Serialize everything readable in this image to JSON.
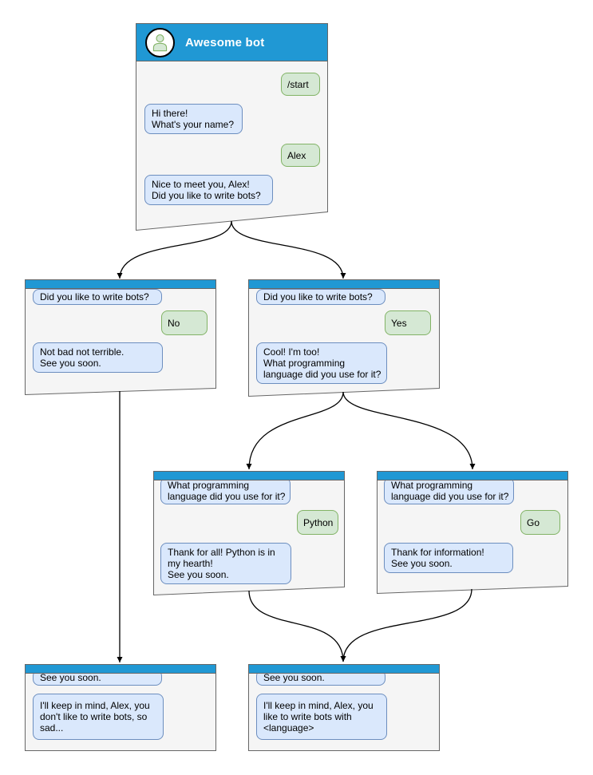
{
  "diagram_type": "chatbot-conversation-flow",
  "colors": {
    "header_blue": "#2098d4",
    "bot_bubble_fill": "#dae8fc",
    "bot_bubble_border": "#6c8ebf",
    "user_bubble_fill": "#d5e8d4",
    "user_bubble_border": "#82b366",
    "window_fill": "#f5f5f5",
    "window_border": "#666666",
    "arrow_color": "#000000"
  },
  "windows": [
    {
      "id": "main",
      "title": "Awesome bot",
      "messages": [
        {
          "from": "user",
          "text": "/start"
        },
        {
          "from": "bot",
          "text": "Hi there!\nWhat's your name?"
        },
        {
          "from": "user",
          "text": "Alex"
        },
        {
          "from": "bot",
          "text": "Nice to meet you, Alex!\nDid you like to write bots?"
        }
      ]
    },
    {
      "id": "branch-no",
      "messages": [
        {
          "from": "bot",
          "text": "Did you like to write bots?"
        },
        {
          "from": "user",
          "text": "No"
        },
        {
          "from": "bot",
          "text": "Not bad not terrible.\nSee you soon."
        }
      ]
    },
    {
      "id": "branch-yes",
      "messages": [
        {
          "from": "bot",
          "text": "Did you like to write bots?"
        },
        {
          "from": "user",
          "text": "Yes"
        },
        {
          "from": "bot",
          "text": "Cool! I'm too!\nWhat programming\nlanguage did you use for it?"
        }
      ]
    },
    {
      "id": "lang-python",
      "messages": [
        {
          "from": "bot",
          "text": "What programming\nlanguage did you use for it?"
        },
        {
          "from": "user",
          "text": "Python"
        },
        {
          "from": "bot",
          "text": "Thank for all! Python is in\nmy hearth!\nSee you soon."
        }
      ]
    },
    {
      "id": "lang-go",
      "messages": [
        {
          "from": "bot",
          "text": "What programming\nlanguage did you use for it?"
        },
        {
          "from": "user",
          "text": "Go"
        },
        {
          "from": "bot",
          "text": "Thank for information!\nSee you soon."
        }
      ]
    },
    {
      "id": "end-no",
      "messages": [
        {
          "from": "bot",
          "text": "See you soon."
        },
        {
          "from": "bot",
          "text": "I'll keep in mind, Alex, you\ndon't like to write bots, so\nsad..."
        }
      ]
    },
    {
      "id": "end-yes",
      "messages": [
        {
          "from": "bot",
          "text": "See you soon."
        },
        {
          "from": "bot",
          "text": "I'll keep in mind, Alex, you\nlike to write bots with\n<language>"
        }
      ]
    }
  ],
  "connections": [
    {
      "from": "main",
      "to": "branch-no"
    },
    {
      "from": "main",
      "to": "branch-yes"
    },
    {
      "from": "branch-no",
      "to": "end-no"
    },
    {
      "from": "branch-yes",
      "to": "lang-python"
    },
    {
      "from": "branch-yes",
      "to": "lang-go"
    },
    {
      "from": "lang-python",
      "to": "end-yes"
    },
    {
      "from": "lang-go",
      "to": "end-yes"
    }
  ]
}
